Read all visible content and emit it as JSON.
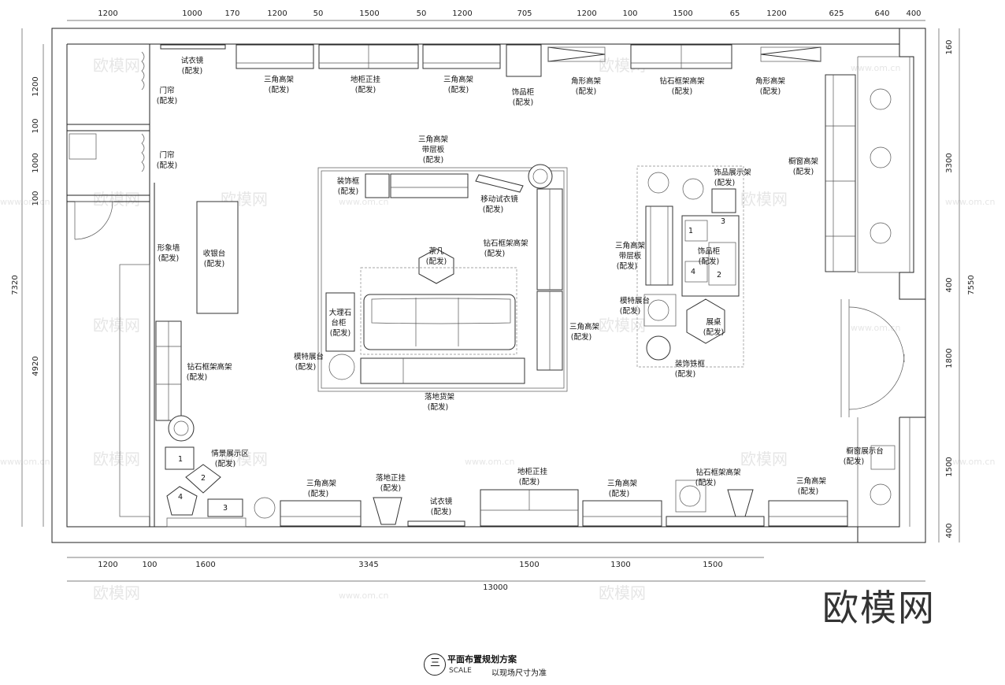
{
  "drawing": {
    "title": "平面布置规划方案",
    "scale_label": "SCALE",
    "scale_note": "以现场尺寸为准",
    "number": "三",
    "logo": "欧模网"
  },
  "watermarks": {
    "brand": "欧模网",
    "url": "www.om.cn"
  },
  "dimensions": {
    "top": [
      "1200",
      "1000",
      "170",
      "1200",
      "50",
      "1500",
      "50",
      "1200",
      "705",
      "1200",
      "100",
      "1500",
      "65",
      "1200",
      "625",
      "640",
      "400"
    ],
    "bottom": [
      "1200",
      "100",
      "1600",
      "3345",
      "1500",
      "1300",
      "1500"
    ],
    "bottom_total": "13000",
    "left": [
      "1200",
      "100",
      "1000",
      "100"
    ],
    "left_total": "7320",
    "left_lower": "4920",
    "right": [
      "160",
      "3300",
      "400",
      "1800",
      "1500",
      "400"
    ],
    "right_total": "7550"
  },
  "labels": {
    "note": "(配发)",
    "fitting_mirror_top": "试衣镜",
    "curtain_1": "门帘",
    "curtain_2": "门帘",
    "triangle_shelf_1": "三角高架",
    "floor_cabinet_top": "地柜正挂",
    "triangle_shelf_2": "三角高架",
    "deco_cabinet_top": "饰品柜",
    "angle_shelf_1": "角形高架",
    "diamond_shelf_top": "钻石框架高架",
    "angle_shelf_2": "角形高架",
    "window_shelf": "橱窗高架",
    "triangle_tier": "三角高架",
    "triangle_tier_sub": "带层板",
    "deco_frame": "装饰框",
    "mobile_mirror": "移动试衣镜",
    "coffee_table": "茶几",
    "diamond_shelf_mid": "钻石框架高架",
    "image_wall": "形象墙",
    "cashier": "收银台",
    "marble_1": "大理石",
    "marble_2": "台柜",
    "model_stand_mid": "模特展台",
    "floor_rack": "落地货架",
    "triangle_shelf_mid": "三角高架",
    "deco_display": "饰品展示架",
    "triangle_tier_right": "三角高架",
    "triangle_tier_right_sub": "带层板",
    "deco_cabinet_right": "饰品柜",
    "model_stand_right": "模特展台",
    "display_table": "展桌",
    "deco_iron": "装饰铁框",
    "diamond_shelf_left": "钻石框架高架",
    "scene_area": "情景展示区",
    "triangle_shelf_b1": "三角高架",
    "floor_column": "落地正挂",
    "fitting_mirror_bottom": "试衣镜",
    "floor_cabinet_bottom": "地柜正挂",
    "triangle_shelf_b2": "三角高架",
    "diamond_shelf_bottom": "钻石框架高架",
    "triangle_shelf_b3": "三角高架",
    "window_stand": "橱窗展示台"
  },
  "numbers": {
    "n1": "1",
    "n2": "2",
    "n3": "3",
    "n4": "4"
  }
}
